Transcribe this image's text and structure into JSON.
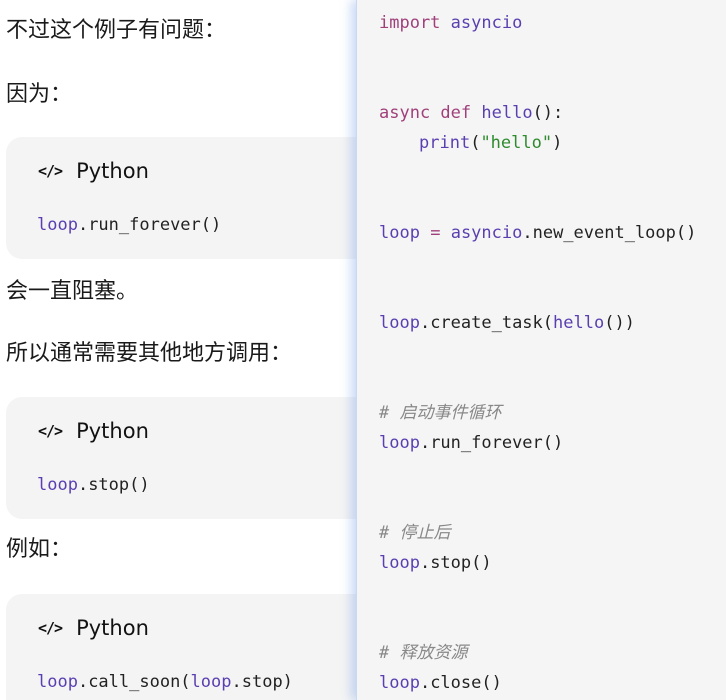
{
  "left": {
    "p1": "不过这个例子有问题：",
    "p2": "因为：",
    "p3": "会一直阻塞。",
    "p4": "所以通常需要其他地方调用：",
    "p5": "例如：",
    "codeblocks": [
      {
        "lang": "Python",
        "obj": "loop",
        "rest": ".run_forever()"
      },
      {
        "lang": "Python",
        "obj": "loop",
        "rest": ".stop()"
      },
      {
        "lang": "Python",
        "obj": "loop",
        "mid": ".call_soon(",
        "obj2": "loop",
        "rest": ".stop)"
      }
    ]
  },
  "right": {
    "l1_kw": "import",
    "l1_mod": "asyncio",
    "l2_kw": "async def",
    "l2_fn": "hello",
    "l2_rest": "():",
    "l3_fn": "print",
    "l3_open": "(",
    "l3_str": "\"hello\"",
    "l3_close": ")",
    "l4_obj": "loop",
    "l4_eq": "=",
    "l4_mod": "asyncio",
    "l4_rest": ".new_event_loop()",
    "l5_obj": "loop",
    "l5_mid": ".create_task(",
    "l5_fn": "hello",
    "l5_rest": "())",
    "c1": "# 启动事件循环",
    "l6_obj": "loop",
    "l6_rest": ".run_forever()",
    "c2": "# 停止后",
    "l7_obj": "loop",
    "l7_rest": ".stop()",
    "c3": "# 释放资源",
    "l8_obj": "loop",
    "l8_rest": ".close()"
  }
}
